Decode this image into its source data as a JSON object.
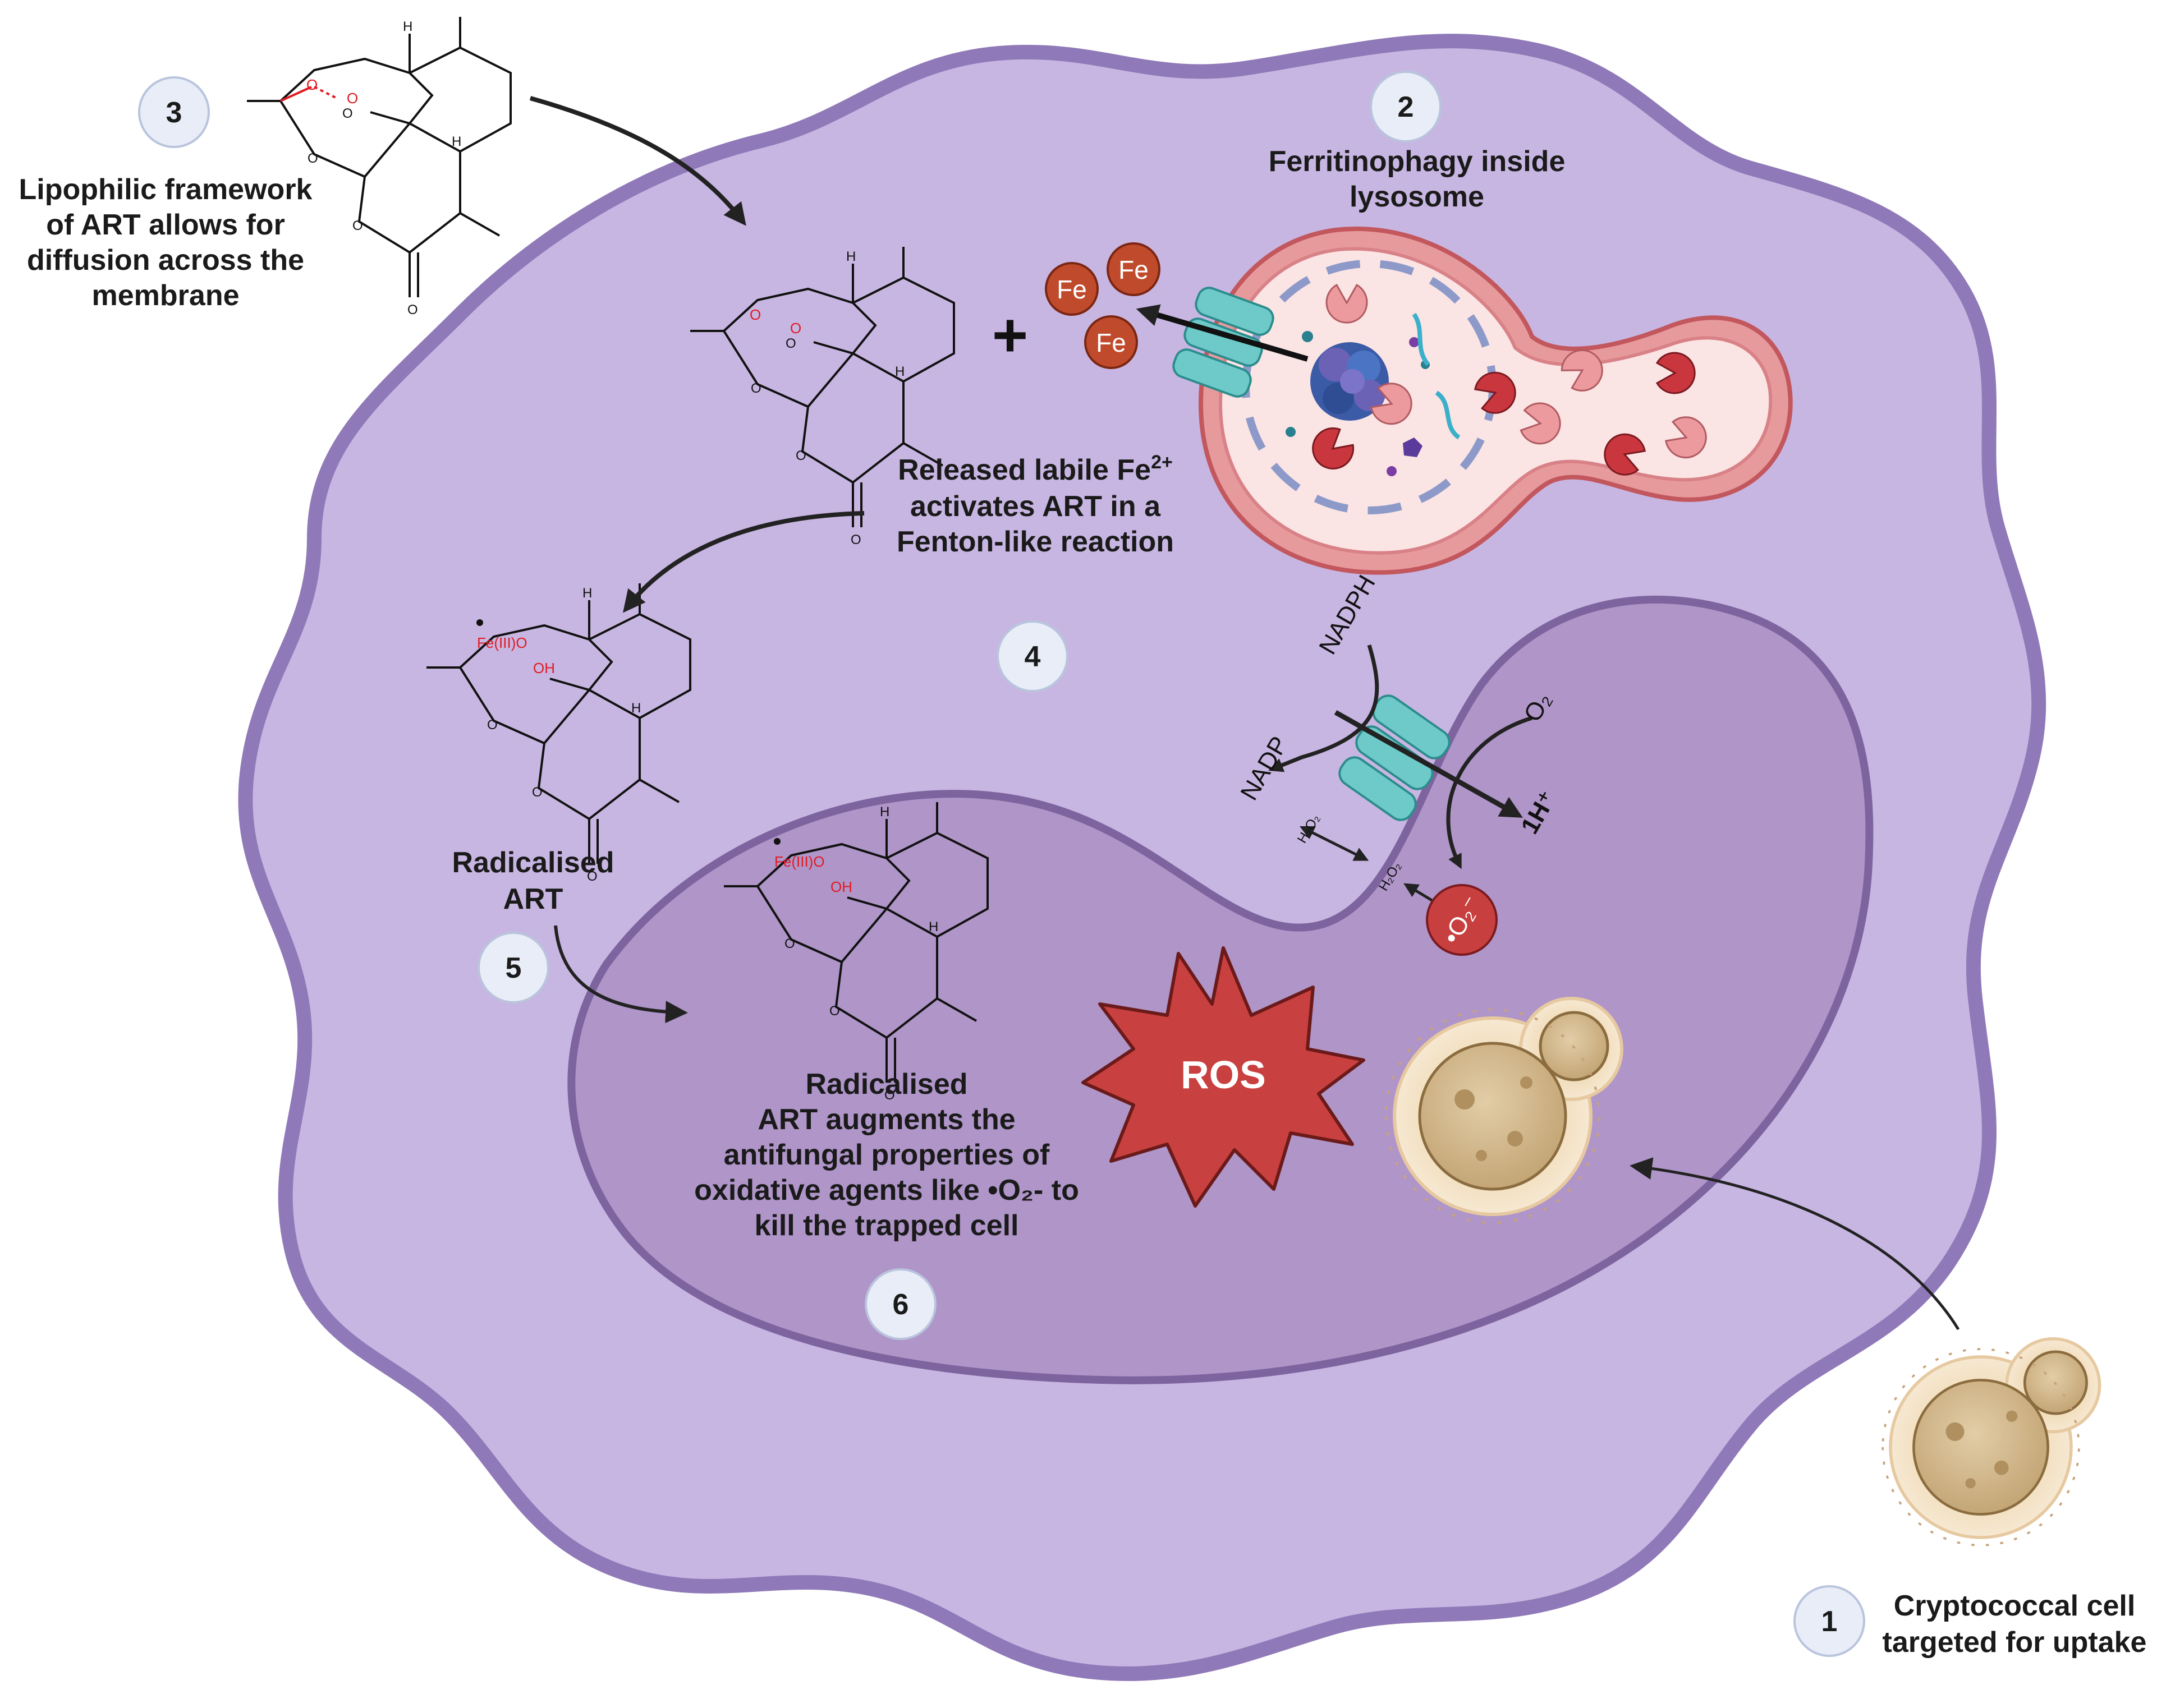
{
  "steps": [
    {
      "num": "1",
      "lines": [
        "Cryptococcal cell",
        "targeted for uptake"
      ]
    },
    {
      "num": "2",
      "lines": [
        "Ferritinophagy inside",
        "lysosome"
      ]
    },
    {
      "num": "3",
      "lines": [
        "Lipophilic framework",
        "of ART allows for",
        "diffusion across the",
        "membrane"
      ]
    },
    {
      "num": "4",
      "lines": [
        "Released labile  Fe",
        "activates ART in a",
        "Fenton-like reaction"
      ],
      "superscript": "2+"
    },
    {
      "num": "5",
      "lines": [
        "Radicalised",
        "ART"
      ]
    },
    {
      "num": "6",
      "lines": [
        "Radicalised",
        "ART augments the",
        "antifungal properties of",
        "oxidative agents like •O₂- to",
        "kill the trapped cell"
      ]
    }
  ],
  "molecule": {
    "H": "H",
    "O": "O",
    "fe_label": "Fe(III)O",
    "oh_label": "OH"
  },
  "iron_label": "Fe",
  "plus": "+",
  "ros_label": "ROS",
  "transport": {
    "nadph": "NADPH",
    "nadp": "NADP",
    "o2": "O₂",
    "proton": "1H⁺",
    "h2o2": "H₂O₂",
    "superoxide": "•O₂⁻"
  },
  "colors": {
    "outer_cell": "#c8b6e2",
    "outer_border": "#9079b8",
    "phagosome": "#af95c8",
    "phagosome_border": "#7d649e",
    "lysosome_outer": "#e79a9c",
    "lysosome_inner": "#fbe4e4",
    "iron": "#c04a2c",
    "channel": "#6ec9c9",
    "ros": "#c83f3f",
    "badge": "#e8edf7",
    "chem_red": "#e01b24"
  }
}
